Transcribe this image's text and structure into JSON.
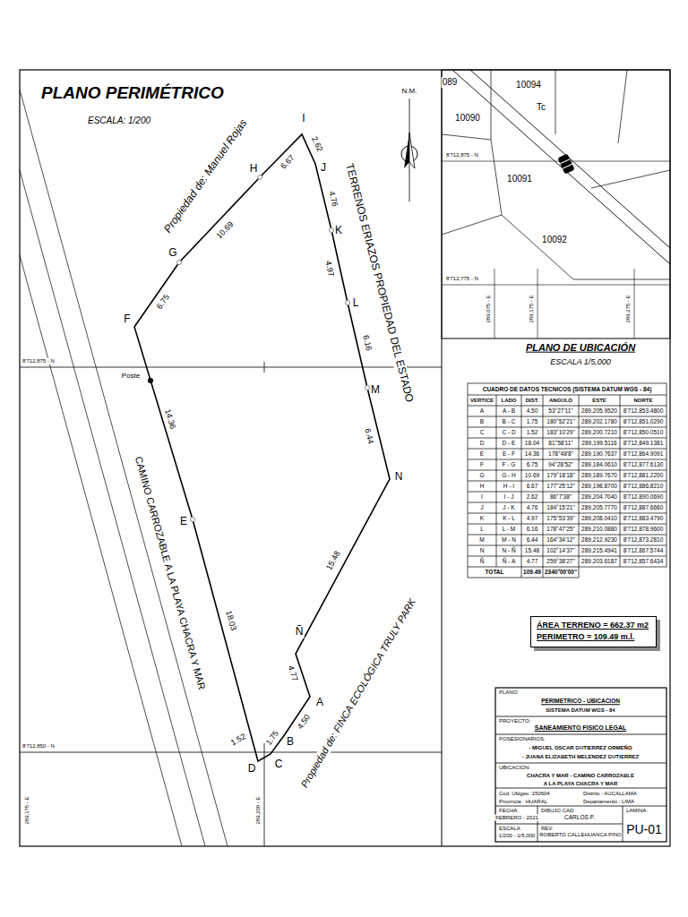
{
  "diagram": {
    "title": "PLANO PERIMÉTRICO",
    "nodes": [
      {
        "text": [
          "ÁREA TERRENO = 662.37 m2",
          "PERIMETRO = 109.49 m.l."
        ]
      }
    ],
    "labels": [
      "ESCALA: 1/200",
      "N.M.",
      "A",
      "B",
      "C",
      "D",
      "E",
      "F",
      "G",
      "H",
      "I",
      "J",
      "K",
      "L",
      "M",
      "N",
      "Ñ",
      "4.50",
      "1.75",
      "1.52",
      "18.03",
      "14.36",
      "6.75",
      "10.69",
      "6.67",
      "2.62",
      "4.76",
      "4.97",
      "6.16",
      "6.44",
      "15.48",
      "4.77",
      "Propiedad de: Manuel Rojas",
      "TERRENOS ERIAZOS PROPIEDAD DEL ESTADO",
      "CAMINO CARROZABLE A LA PLAYA CHACRA Y MAR",
      "Propiedad de: FINCA ECOLÓGICA TRULY PARK",
      "Poste",
      "8'712,875 - N",
      "8'712,850 - N",
      "289,175 - E",
      "289,200 - E",
      "089",
      "10094",
      "10090",
      "Tc",
      "10091",
      "10092",
      "8'712,875 - N",
      "8'712,775 - N",
      "289,075 - E",
      "289,175 - E",
      "289,275 - E",
      "PLANO DE UBICACIÓN",
      "ESCALA 1/5,000",
      "CUADRO DE DATOS TECNICOS (SISTEMA DATUM WGS - 84)",
      "VERTICE",
      "LADO",
      "DIST.",
      "ANGULO",
      "ESTE",
      "NORTE",
      "A",
      "A - B",
      "4.50",
      "53°27'11\"",
      "289,205.9520",
      "8'712,853.4800",
      "B",
      "B - C",
      "1.75",
      "180°52'21\"",
      "289,202.1780",
      "8'712,851.0290",
      "C",
      "C - D",
      "1.52",
      "183°10'29\"",
      "289,200.7210",
      "8'712,850.0510",
      "D",
      "D - E",
      "18.04",
      "81°58'11\"",
      "289,199.5116",
      "8'712,849.1381",
      "E",
      "E - F",
      "14.36",
      "178°48'8\"",
      "289,190.7637",
      "8'712,864.9091",
      "F",
      "F - G",
      "6.75",
      "94°28'52\"",
      "289,184.0610",
      "8'712,877.6130",
      "G",
      "G - H",
      "10.69",
      "179°18'18\"",
      "289,189.7670",
      "8'712,881.2200",
      "H",
      "H - I",
      "6.67",
      "177°25'12\"",
      "289,198.8700",
      "8'712,886.8210",
      "I",
      "I - J",
      "2.62",
      "86°7'38\"",
      "289,204.7040",
      "8'712,890.0690",
      "J",
      "J - K",
      "4.76",
      "184°15'21\"",
      "289,205.7770",
      "8'712,887.6660",
      "K",
      "K - L",
      "4.97",
      "175°53'39\"",
      "289,208.0410",
      "8'712,883.4790",
      "L",
      "L - M",
      "6.16",
      "178°47'25\"",
      "289,210.0880",
      "8'712,878.9600",
      "M",
      "M - N",
      "6.44",
      "164°34'12\"",
      "289,212.9230",
      "8'712,873.2810",
      "N",
      "N - Ñ",
      "15.48",
      "102°14'37\"",
      "289,215.4941",
      "8'712,867.5744",
      "Ñ",
      "Ñ - A",
      "4.77",
      "259°38'27\"",
      "289,203.6187",
      "8'712,857.6434",
      "TOTAL",
      "109.49",
      "2340°00'00\"",
      "PLANO:",
      "PERIMETRICO - UBICACION",
      "SISTEMA DATUM WGS - 84",
      "PROYECTO:",
      "SANEAMIENTO FISICO LEGAL",
      "POSESIONARIOS:",
      "- MIGUEL OSCAR GUTIERREZ ORMEÑO",
      "- JUANA ELIZABETH MELENDEZ GUTIERREZ",
      "UBICACION:",
      "CHACRA Y MAR - CAMINO CARROZABLE",
      "A LA PLAYA CHACRA Y MAR",
      "Cod. Ubigeo :150604",
      "Distrito : AUCALLAMA",
      "Provincia : HUARAL",
      "Departamento : LIMA",
      "FECHA:",
      "FEBRERO - 2021",
      "DIBUJO CAD:",
      "CARLOS P.",
      "LAMINA:",
      "PU-01",
      "ESCALA",
      "1/200 - 1/5,000",
      "REV:",
      "ROBERTO CALLEHUANCA PINO"
    ]
  }
}
